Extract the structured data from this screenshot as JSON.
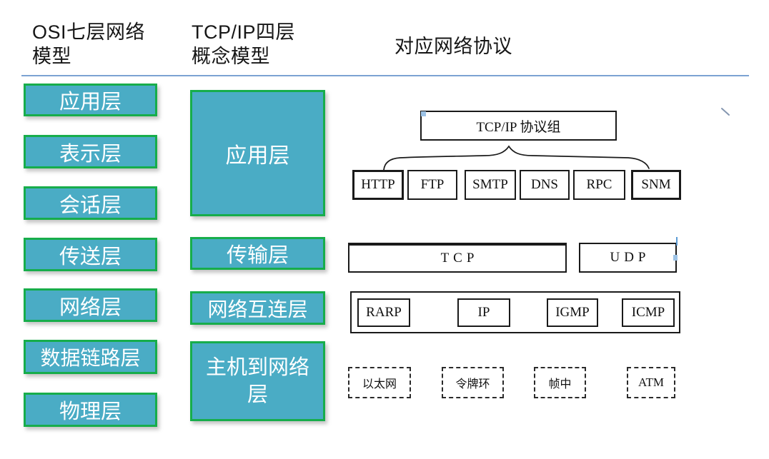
{
  "headers": {
    "osi": {
      "line1": "OSI七层网络",
      "line2": "模型"
    },
    "tcpip": {
      "line1": "TCP/IP四层",
      "line2": "概念模型"
    },
    "protocols": "对应网络协议"
  },
  "osi_layers": [
    "应用层",
    "表示层",
    "会话层",
    "传送层",
    "网络层",
    "数据链路层",
    "物理层"
  ],
  "tcpip_layers": [
    "应用层",
    "传输层",
    "网络互连层",
    "主机到网络层"
  ],
  "protocol_group": {
    "title": "TCP/IP 协议组"
  },
  "app_protocols": [
    "HTTP",
    "FTP",
    "SMTP",
    "DNS",
    "RPC",
    "SNM"
  ],
  "transport_protocols": [
    "TCP",
    "UDP"
  ],
  "internet_protocols": [
    "RARP",
    "IP",
    "IGMP",
    "ICMP"
  ],
  "link_layer_networks": [
    "以太网",
    "令牌环",
    "帧中",
    "ATM"
  ],
  "colors": {
    "layer_box_fill": "#4AACC5",
    "layer_box_border": "#17AD4B",
    "divider_blue": "#7CA2D3",
    "protocol_border": "#1a1a1a"
  }
}
